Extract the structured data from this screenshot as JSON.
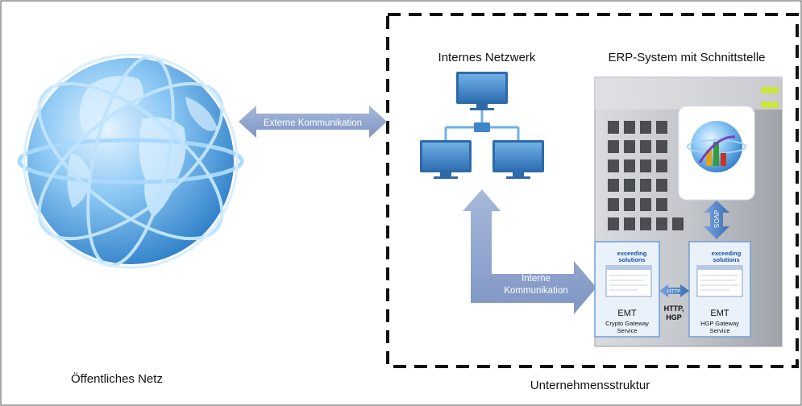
{
  "labels": {
    "public_network": "Öffentliches Netz",
    "enterprise": "Unternehmensstruktur",
    "internal_network": "Internes Netzwerk",
    "erp_title": "ERP-System mit Schnittstelle",
    "external_comm": "Externe Kommunikation",
    "internal_comm_line1": "Interne",
    "internal_comm_line2": "Kommunikation",
    "soap": "SOAP",
    "http_badge": "HTTP",
    "http_hgp_line1": "HTTP,",
    "http_hgp_line2": "HGP"
  },
  "modules": {
    "crypto": {
      "brand_line1": "exceeding",
      "brand_line2": "solutions",
      "title": "EMT",
      "sub1": "Crypto Gateway",
      "sub2": "Service"
    },
    "hgp": {
      "brand_line1": "exceeding",
      "brand_line2": "solutions",
      "title": "EMT",
      "sub1": "HGP Gateway",
      "sub2": "Service"
    }
  },
  "colors": {
    "arrow": "#8ea3cc",
    "soap_arrow": "#5b86c6",
    "globe": "#5aa9e8",
    "monitor": "#3f86c9",
    "server": "#b9bcc2",
    "led": "#c8e63c",
    "dash_border": "#111111"
  }
}
